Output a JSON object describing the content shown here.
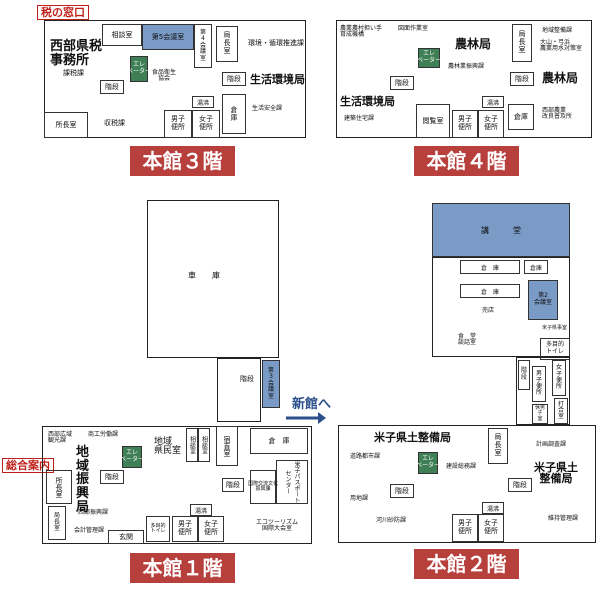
{
  "colors": {
    "banner": "#b7403d",
    "tag": "#c0201c",
    "room_blue": "#7a9bc6",
    "elevator": "#3f7f56"
  },
  "floor3": {
    "tag": "税の窓口",
    "banner": "本館３階",
    "rooms": {
      "tax_office": "西部県税\n事務所",
      "tax_section": "課税課",
      "collection": "収税課",
      "director": "所長室",
      "consult": "相談室",
      "conf5": "第5会議室",
      "conf4": "第\n4\n会\n議\n室",
      "bureau_chief": "局\n長\n室",
      "elevator": "エレ\nベーター",
      "food_hygiene": "食品衛生\n協会",
      "env_div": "環境・循環推進課",
      "life_env": "生活環境局",
      "stairs": "階段",
      "kyuto": "湯沸",
      "warehouse": "倉\n庫",
      "male_wc": "男子\n便所",
      "female_wc": "女子\n便所",
      "safety": "生活安全課",
      "stairs2": "階段"
    }
  },
  "floor4": {
    "banner": "本館４階",
    "rooms": {
      "agri_top": "農業農村担い手\n育成機構",
      "map_room": "図面作業室",
      "agri_bureau": "農林局",
      "bureau_chief": "局\n長\n室",
      "regional": "地域整備課",
      "oyama": "大山・弓浜\n農業用水対策室",
      "agri_bureau2": "農林局",
      "elevator": "エレ\nベーター",
      "promo": "農林業振興課",
      "stairs": "階段",
      "stairs2": "階段",
      "life_env": "生活環境局",
      "housing": "建築住宅課",
      "reading": "閲覧室",
      "kyuto": "湯沸",
      "male_wc": "男子\n便所",
      "female_wc": "女子\n便所",
      "warehouse": "倉庫",
      "west_agri": "西部農業\n改良普及所"
    }
  },
  "floor1": {
    "tag": "総合案内",
    "banner": "本館１階",
    "rooms": {
      "garage": "車　　庫",
      "stairs_mid": "階段",
      "conf3": "第\n3\n会\n議\n室",
      "arrow": "新館へ",
      "west_comm": "西部広域\n観光課",
      "commerce": "商工労働課",
      "region_bureau": "地\n域\n振\n興\n局",
      "director": "所長室",
      "bureau_chief": "局\n長\n室",
      "west_region": "西部振興課",
      "accounting": "会計管理課",
      "region_hall": "地域\n県民室",
      "consult": "相談室",
      "guard": "宿直室",
      "warehouse": "倉　庫",
      "elevator": "エレ\nベーター",
      "stairs": "階段",
      "stairs2": "階段",
      "passport": "米子パスポート\nセンター",
      "culture": "国際交流文化\n振興課",
      "kyuto": "湯沸",
      "male_wc": "男子\n便所",
      "female_wc": "女子\n便所",
      "entrance": "玄関",
      "multi_wc": "多目的\nトイレ",
      "eco": "エコツーリズム\n国際大会室"
    }
  },
  "floor2": {
    "banner": "本館２階",
    "rooms": {
      "hall": "講　　　堂",
      "warehouse1": "倉　庫",
      "warehouse2": "倉庫",
      "warehouse3": "倉　庫",
      "conf2": "第2\n会議室",
      "shop": "売店",
      "cafeteria": "食　堂\n談話室",
      "rice_conf": "米子県事室",
      "multi_wc": "多目的\nトイレ",
      "stairs_v": "階\n段",
      "male_wc_v": "男\n子\n便\n所",
      "female_wc_v": "女\n子\n便\n所",
      "rest": "休男\n子\n室",
      "meeting": "打\n合\n室",
      "infra_bureau": "米子県土整備局",
      "bureau_chief": "局\n長\n室",
      "road": "道路都市課",
      "elevator": "エレ\nベーター",
      "construction": "建設総務課",
      "plan": "計画調査課",
      "infra_bureau2": "米子県土\n整備局",
      "land": "用地課",
      "stairs": "階段",
      "stairs2": "階段",
      "river": "河川砂防課",
      "kyuto": "湯沸",
      "male_wc": "男子\n便所",
      "female_wc": "女子\n便所",
      "maintenance": "維持管理課"
    }
  }
}
